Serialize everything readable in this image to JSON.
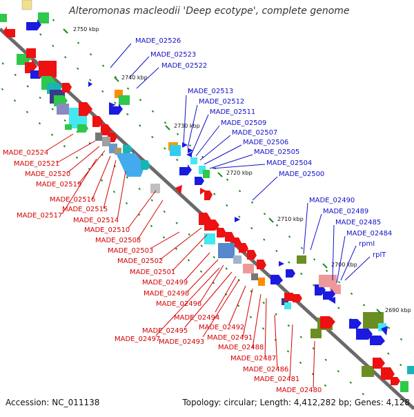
{
  "title": "Alteromonas macleodii 'Deep ecotype', complete genome",
  "footer": {
    "accession": "Accession: NC_011138",
    "summary": "Topology: circular; Length: 4,412,282 bp; Genes: 4,128"
  },
  "ticks": [
    "2750 kbp",
    "2740 kbp",
    "2730 kbp",
    "2720 kbp",
    "2710 kbp",
    "2700 kbp",
    "2690 kbp"
  ],
  "blue_labels": [
    "MADE_02526",
    "MADE_02523",
    "MADE_02522",
    "MADE_02513",
    "MADE_02512",
    "MADE_02511",
    "MADE_02509",
    "MADE_02507",
    "MADE_02506",
    "MADE_02505",
    "MADE_02504",
    "MADE_02500",
    "MADE_02490",
    "MADE_02489",
    "MADE_02485",
    "MADE_02484",
    "rpmI",
    "rplT"
  ],
  "red_labels": [
    "MADE_02524",
    "MADE_02521",
    "MADE_02520",
    "MADE_02519",
    "MADE_02516",
    "MADE_02515",
    "MADE_02517",
    "MADE_02514",
    "MADE_02510",
    "MADE_02508",
    "MADE_02503",
    "MADE_02502",
    "MADE_02501",
    "MADE_02499",
    "MADE_02498",
    "MADE_02496",
    "MADE_02494",
    "MADE_02495",
    "MADE_02492",
    "MADE_02493",
    "MADE_02497",
    "MADE_02491",
    "MADE_02488",
    "MADE_02487",
    "MADE_02486",
    "MADE_02481",
    "MADE_02480"
  ],
  "colors": {
    "backbone": "#6a6a6a",
    "forward_label": "#1010c8",
    "reverse_label": "#d40000",
    "forward_gene": "#1a1ae0",
    "reverse_gene": "#ee1111",
    "tick_mark": "#1a8a1a"
  }
}
